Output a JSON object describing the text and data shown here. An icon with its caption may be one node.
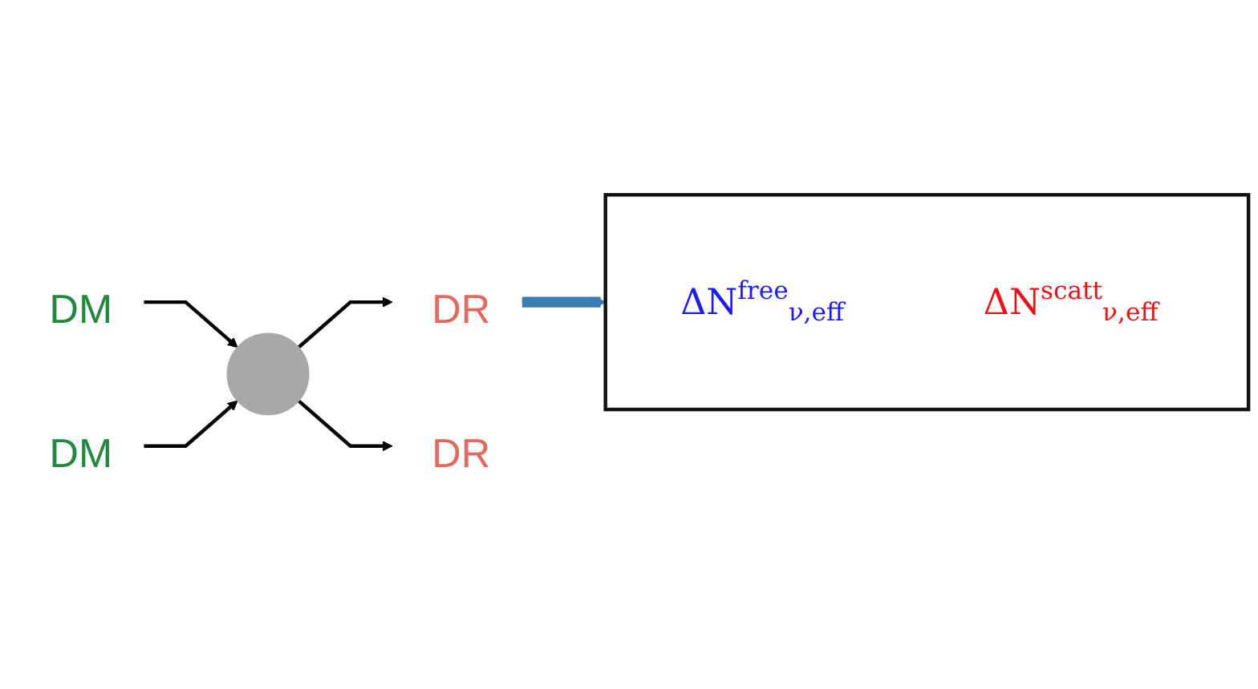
{
  "diagram": {
    "nodes": [
      {
        "text": [
          "DM"
        ]
      },
      {
        "text": [
          "DM"
        ]
      },
      {
        "text": [],
        "shape": "circle"
      },
      {
        "text": [
          "DR"
        ]
      },
      {
        "text": [
          "DR"
        ]
      },
      {
        "text": [],
        "shape": "bracket"
      },
      {
        "text": [
          "ΔN$^{free}$$_{ν,eff}$"
        ],
        "in": 5
      },
      {
        "text": [
          "ΔN$^{scatt}$$_{ν,eff}$"
        ],
        "in": 5
      }
    ],
    "edges": [
      {
        "from": 0,
        "to": 2,
        "arrow": "to"
      },
      {
        "from": 1,
        "to": 2,
        "arrow": "to"
      },
      {
        "from": 2,
        "to": 3,
        "arrow": "to"
      },
      {
        "from": 2,
        "to": 4,
        "arrow": "to"
      },
      {
        "from": 3,
        "to": 5,
        "arrow": "to",
        "style": "thick",
        "color": "#3a7db5"
      }
    ]
  }
}
